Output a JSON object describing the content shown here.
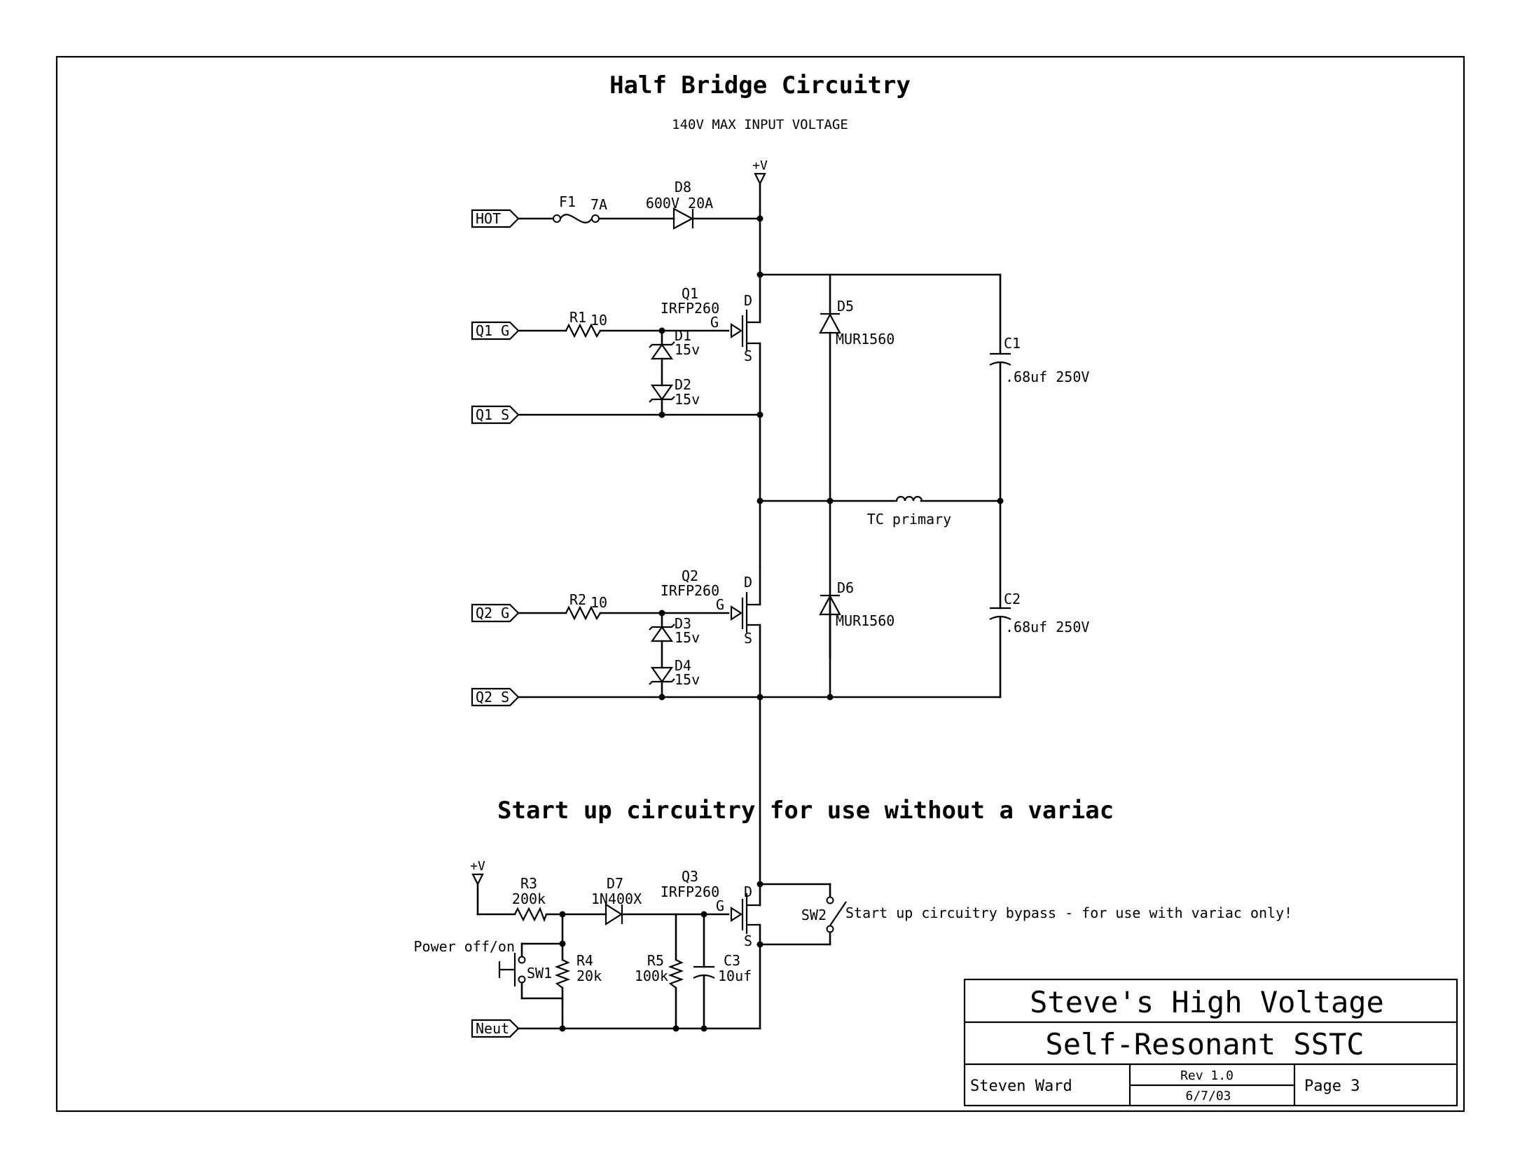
{
  "title": "Half Bridge Circuitry",
  "subtitle": "140V MAX INPUT VOLTAGE",
  "section_title": "Start up circuitry for use without a variac",
  "ports": {
    "hot": "HOT",
    "q1_g": "Q1_G",
    "q1_s": "Q1_S",
    "q2_g": "Q2_G",
    "q2_s": "Q2_S",
    "neut": "Neut"
  },
  "rails": {
    "vplus_top": "+V",
    "vplus_startup": "+V"
  },
  "components": {
    "f1": {
      "ref": "F1",
      "value": "7A"
    },
    "d8": {
      "ref": "D8",
      "value": "600V 20A"
    },
    "q1": {
      "ref": "Q1",
      "value": "IRFP260",
      "d": "D",
      "g": "G",
      "s": "S"
    },
    "r1": {
      "ref": "R1",
      "value": "10"
    },
    "d1": {
      "ref": "D1",
      "value": "15v"
    },
    "d2": {
      "ref": "D2",
      "value": "15v"
    },
    "d5": {
      "ref": "D5",
      "value": "MUR1560"
    },
    "c1": {
      "ref": "C1",
      "value": ".68uf 250V"
    },
    "tc": {
      "value": "TC primary"
    },
    "q2": {
      "ref": "Q2",
      "value": "IRFP260",
      "d": "D",
      "g": "G",
      "s": "S"
    },
    "r2": {
      "ref": "R2",
      "value": "10"
    },
    "d3": {
      "ref": "D3",
      "value": "15v"
    },
    "d4": {
      "ref": "D4",
      "value": "15v"
    },
    "d6": {
      "ref": "D6",
      "value": "MUR1560"
    },
    "c2": {
      "ref": "C2",
      "value": ".68uf 250V"
    },
    "r3": {
      "ref": "R3",
      "value": "200k"
    },
    "d7": {
      "ref": "D7",
      "value": "1N400X"
    },
    "q3": {
      "ref": "Q3",
      "value": "IRFP260",
      "d": "D",
      "g": "G",
      "s": "S"
    },
    "sw1": {
      "ref": "SW1",
      "label": "Power off/on"
    },
    "r4": {
      "ref": "R4",
      "value": "20k"
    },
    "r5": {
      "ref": "R5",
      "value": "100k"
    },
    "c3": {
      "ref": "C3",
      "value": "10uf"
    },
    "sw2": {
      "ref": "SW2",
      "label": "Start up circuitry bypass - for use with variac only!"
    }
  },
  "title_block": {
    "company": "Steve's High Voltage",
    "project": "Self-Resonant SSTC",
    "author": "Steven Ward",
    "revision": "Rev 1.0",
    "date": "6/7/03",
    "page": "Page 3"
  }
}
